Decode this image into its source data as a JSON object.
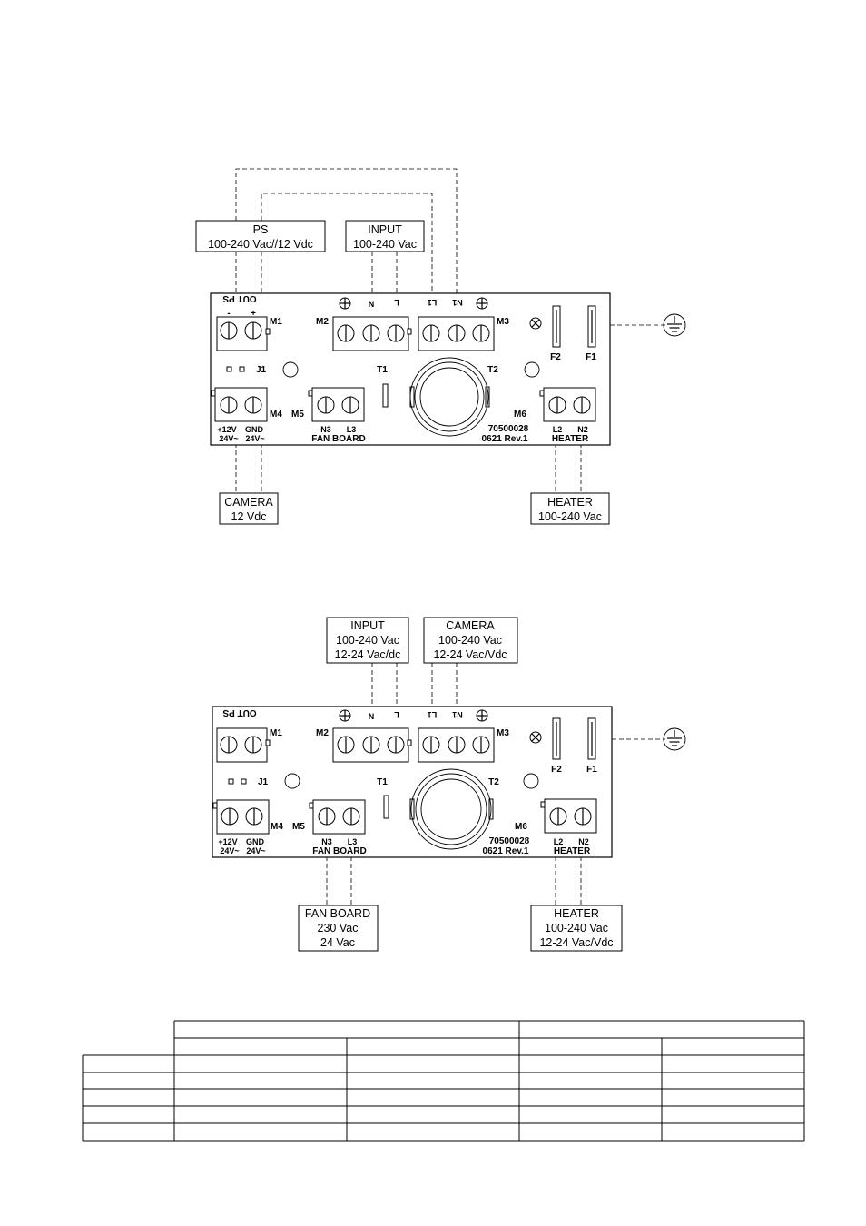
{
  "diagram1": {
    "ps_box": {
      "title": "PS",
      "subtitle": "100-240 Vac//12 Vdc"
    },
    "input_box": {
      "title": "INPUT",
      "subtitle": "100-240 Vac"
    },
    "camera_box": {
      "title": "CAMERA",
      "subtitle": "12 Vdc"
    },
    "heater_box": {
      "title": "HEATER",
      "subtitle": "100-240 Vac"
    }
  },
  "diagram2": {
    "input_box": {
      "title": "INPUT",
      "line2": "100-240 Vac",
      "line3": "12-24 Vac/dc"
    },
    "camera_box": {
      "title": "CAMERA",
      "line2": "100-240 Vac",
      "line3": "12-24 Vac/Vdc"
    },
    "fanboard_box": {
      "title": "FAN BOARD",
      "line2": "230 Vac",
      "line3": "24 Vac"
    },
    "heater_box": {
      "title": "HEATER",
      "line2": "100-240 Vac",
      "line3": "12-24 Vac/Vdc"
    }
  },
  "board": {
    "out_ps": "OUT PS",
    "minus": "-",
    "plus": "+",
    "m1": "M1",
    "m2": "M2",
    "m3": "M3",
    "m4": "M4",
    "m5": "M5",
    "m6": "M6",
    "n": "N",
    "l": "L",
    "l1": "L1",
    "n1": "N1",
    "j1": "J1",
    "t1": "T1",
    "t2": "T2",
    "f1": "F1",
    "f2": "F2",
    "plus12v": "+12V",
    "v24_1": "24V~",
    "gnd": "GND",
    "v24_2": "24V~",
    "n3": "N3",
    "l3": "L3",
    "fan_board": "FAN BOARD",
    "l2": "L2",
    "n2": "N2",
    "heater": "HEATER",
    "code": "70500028",
    "rev": "0621 Rev.1"
  },
  "table": {
    "rows": 7,
    "cells_note": ""
  }
}
